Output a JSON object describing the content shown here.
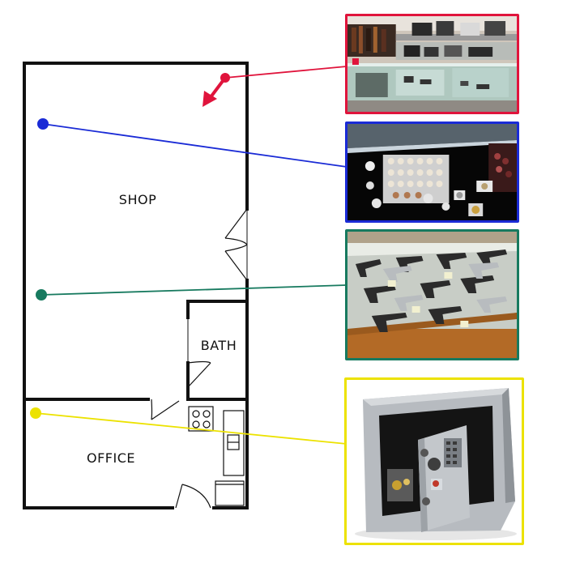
{
  "rooms": {
    "shop": "SHOP",
    "bath": "BATH",
    "office": "OFFICE"
  },
  "photos": [
    {
      "name": "shop-interior-photo",
      "subject": "pawn shop interior with display shelves and glass cases",
      "color": "#e0143c"
    },
    {
      "name": "coin-case-photo",
      "subject": "glass display case with coins",
      "color": "#1a2bd6"
    },
    {
      "name": "gun-case-photo",
      "subject": "glass display case with handguns",
      "color": "#177a5f"
    },
    {
      "name": "safe-photo",
      "subject": "electronic keypad safe with open door",
      "color": "#ece200"
    }
  ]
}
